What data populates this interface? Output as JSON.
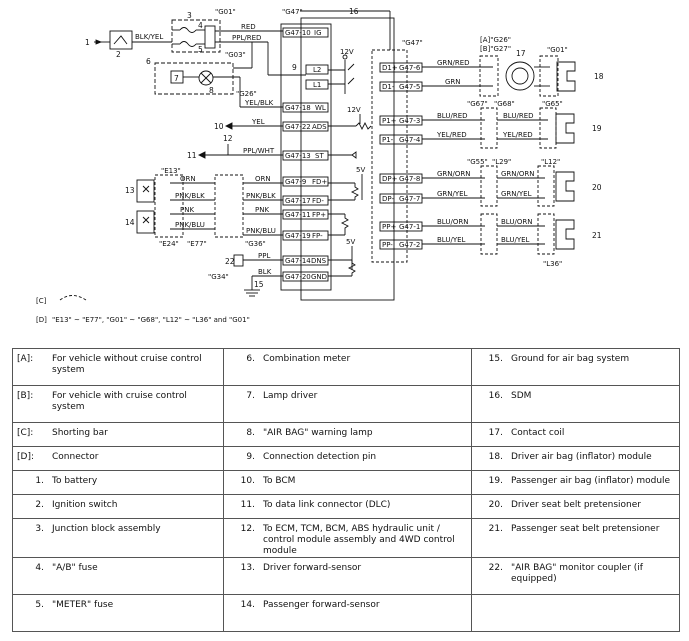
{
  "diagram": {
    "refs": {
      "G01": "\"G01\"",
      "G47": "\"G47\"",
      "G03": "\"G03\"",
      "G26": "\"G26\"",
      "G27": "\"G27\"",
      "G67": "\"G67\"",
      "G68": "\"G68\"",
      "G65": "\"G65\"",
      "G55": "\"G55\"",
      "L29": "\"L29\"",
      "L12": "\"L12\"",
      "L36": "\"L36\"",
      "E13": "\"E13\"",
      "E24": "\"E24\"",
      "E77": "\"E77\"",
      "G36": "\"G36\"",
      "G34": "\"G34\"",
      "A_G26": "[A]\"G26\"",
      "B_G27": "[B]\"G27\"",
      "V12": "12V",
      "V5": "5V"
    },
    "wires": {
      "blk_yel": "BLK/YEL",
      "red": "RED",
      "ppl_red": "PPL/RED",
      "yel_blk": "YEL/BLK",
      "yel": "YEL",
      "ppl_wht": "PPL/WHT",
      "orn": "ORN",
      "pnk_blk": "PNK/BLK",
      "pnk": "PNK",
      "pnk_blu": "PNK/BLU",
      "ppl": "PPL",
      "blk": "BLK",
      "grn_red": "GRN/RED",
      "grn": "GRN",
      "blu_red": "BLU/RED",
      "yel_red": "YEL/RED",
      "grn_orn": "GRN/ORN",
      "grn_yel": "GRN/YEL",
      "blu_orn": "BLU/ORN",
      "blu_yel": "BLU/YEL"
    },
    "pins": {
      "ig": "G47-10",
      "ig_name": "IG",
      "l2": "L2",
      "l1": "L1",
      "wl": "G47-18",
      "wl_name": "WL",
      "ads": "G47-22",
      "ads_name": "ADS",
      "st": "G47-13",
      "st_name": "ST",
      "fdp": "G47-9",
      "fdp_name": "FD+",
      "fdm": "G47-17",
      "fdm_name": "FD-",
      "fpp": "G47-11",
      "fpp_name": "FP+",
      "fpm": "G47-19",
      "fpm_name": "FP-",
      "dns": "G47-14",
      "dns_name": "DNS",
      "gnd": "G47-20",
      "gnd_name": "GND",
      "dp": "G47-6",
      "dp_name": "D1+",
      "dm": "G47-5",
      "dm_name": "D1-",
      "pp": "G47-3",
      "pp_name": "P1+",
      "pm": "G47-4",
      "pm_name": "P1-",
      "dpp": "G47-8",
      "dpp_name": "DP+",
      "dpm": "G47-7",
      "dpm_name": "DP-",
      "ppp": "G47-1",
      "ppp_name": "PP+",
      "ppm": "G47-2",
      "ppm_name": "PP-"
    },
    "callouts": [
      "1",
      "2",
      "3",
      "4",
      "5",
      "6",
      "7",
      "8",
      "9",
      "10",
      "11",
      "12",
      "13",
      "14",
      "15",
      "16",
      "17",
      "18",
      "19",
      "20",
      "21",
      "22"
    ],
    "notes": {
      "c_tag": "[C]",
      "d_tag": "[D]",
      "d_text": "\"E13\" ~ \"E77\", \"G01\" ~ \"G68\", \"L12\" ~ \"L36\" and \"G01\""
    }
  },
  "legend": {
    "rows": [
      [
        {
          "key": "[A]:",
          "text": "For vehicle without cruise control system"
        },
        {
          "key": "6.",
          "text": "Combination meter"
        },
        {
          "key": "15.",
          "text": "Ground for air bag system"
        }
      ],
      [
        {
          "key": "[B]:",
          "text": "For vehicle with cruise control system"
        },
        {
          "key": "7.",
          "text": "Lamp driver"
        },
        {
          "key": "16.",
          "text": "SDM"
        }
      ],
      [
        {
          "key": "[C]:",
          "text": "Shorting bar"
        },
        {
          "key": "8.",
          "text": "\"AIR BAG\" warning lamp"
        },
        {
          "key": "17.",
          "text": "Contact coil"
        }
      ],
      [
        {
          "key": "[D]:",
          "text": "Connector"
        },
        {
          "key": "9.",
          "text": "Connection detection pin"
        },
        {
          "key": "18.",
          "text": "Driver air bag (inflator) module"
        }
      ],
      [
        {
          "key": "1.",
          "text": "To battery"
        },
        {
          "key": "10.",
          "text": "To BCM"
        },
        {
          "key": "19.",
          "text": "Passenger air bag (inflator) module"
        }
      ],
      [
        {
          "key": "2.",
          "text": "Ignition switch"
        },
        {
          "key": "11.",
          "text": "To data link connector (DLC)"
        },
        {
          "key": "20.",
          "text": "Driver seat belt pretensioner"
        }
      ],
      [
        {
          "key": "3.",
          "text": "Junction block assembly"
        },
        {
          "key": "12.",
          "text": "To ECM, TCM, BCM, ABS hydraulic unit / control module assembly and 4WD control module"
        },
        {
          "key": "21.",
          "text": "Passenger seat belt pretensioner"
        }
      ],
      [
        {
          "key": "4.",
          "text": "\"A/B\" fuse"
        },
        {
          "key": "13.",
          "text": "Driver forward-sensor"
        },
        {
          "key": "22.",
          "text": "\"AIR BAG\" monitor coupler (if equipped)"
        }
      ],
      [
        {
          "key": "5.",
          "text": "\"METER\" fuse"
        },
        {
          "key": "14.",
          "text": "Passenger forward-sensor"
        },
        {
          "key": "",
          "text": ""
        }
      ]
    ]
  }
}
